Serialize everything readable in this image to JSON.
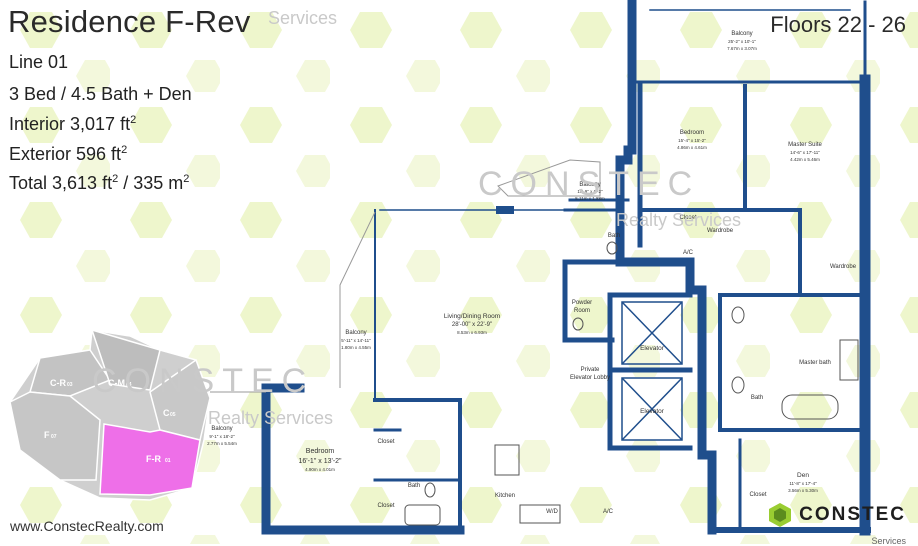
{
  "header": {
    "title": "Residence F-Rev",
    "line": "Line 01",
    "beds": "3 Bed / 4.5 Bath + Den",
    "interior": "Interior 3,017 ft",
    "exterior": "Exterior 596 ft",
    "total_a": "Total 3,613 ft",
    "total_b": " / 335 m",
    "sq": "2",
    "floors": "Floors 22 - 26"
  },
  "watermark": {
    "big": "CONSTEC",
    "small": "Realty Services",
    "small_partial": "Services"
  },
  "footer": {
    "website": "www.ConstecRealty.com",
    "logo_text": "CONSTEC",
    "logo_sub": "Services"
  },
  "rooms": {
    "balcony_top": {
      "name": "Balcony",
      "dim1": "25'-2\" x 10'-1\"",
      "dim2": "7.67m x 3.07m"
    },
    "bedroom_top": {
      "name": "Bedroom",
      "dim1": "15'-4\" x 15'-2\"",
      "dim2": "4.86m x 4.61m"
    },
    "master_suite": {
      "name": "Master Suite",
      "dim1": "14'-6\" x 17'-11\"",
      "dim2": "4.42m x 5.46m"
    },
    "balcony_mid": {
      "name": "Balcony",
      "dim1": "16'-9\" x 6'-2\"",
      "dim2": "5.11m x 1.88m"
    },
    "closet_1": "Closet",
    "wardrobe_1": "Wardrobe",
    "bath_1": "Bath",
    "ac_1": "A/C",
    "wardrobe_2": "Wardrobe",
    "living": {
      "name": "Living/Dining Room",
      "dim1": "28'-00\" x 22'-9\"",
      "dim2": "8.53m x 6.93m"
    },
    "balcony_left": {
      "name": "Balcony",
      "dim1": "5'-11\" x 14'-11\"",
      "dim2": "1.80m x 4.55m"
    },
    "powder": "Powder\nRoom",
    "powder_1": "Powder",
    "powder_2": "Room",
    "elevator_1": "Elevator",
    "elevator_2": "Elevator",
    "private_1": "Private",
    "private_2": "Elevator Lobby",
    "master_bath": "Master bath",
    "bath_2": "Bath",
    "balcony_bottom": {
      "name": "Balcony",
      "dim1": "9'-1\" x 18'-2\"",
      "dim2": "2.77m x 5.54m"
    },
    "bedroom_bottom": {
      "name": "Bedroom",
      "dim1": "16'-1\" x 13'-2\"",
      "dim2": "4.90m x 4.01m"
    },
    "closet_2": "Closet",
    "closet_3": "Closet",
    "bath_3": "Bath",
    "kitchen": "Kitchen",
    "wd": "W/D",
    "ac_2": "A/C",
    "den": {
      "name": "Den",
      "dim1": "11'-8\" x 17'-4\"",
      "dim2": "3.56m x 5.30m"
    },
    "closet_4": "Closet"
  },
  "keyplan": {
    "units": [
      "C-R 03",
      "C-M 04",
      "C 05",
      "F 07",
      "F-R 01"
    ],
    "c_r": "C-R",
    "c_r_n": "03",
    "c_m": "C-M",
    "c_m_n": "04",
    "c": "C",
    "c_n": "05",
    "f": "F",
    "f_n": "07",
    "f_r": "F-R",
    "f_r_n": "01",
    "highlight_color": "#ee6fe8"
  },
  "colors": {
    "wall": "#1f4e8c",
    "pattern": "#f1f7d6",
    "keyplan_gray": "#c8c8c8"
  }
}
